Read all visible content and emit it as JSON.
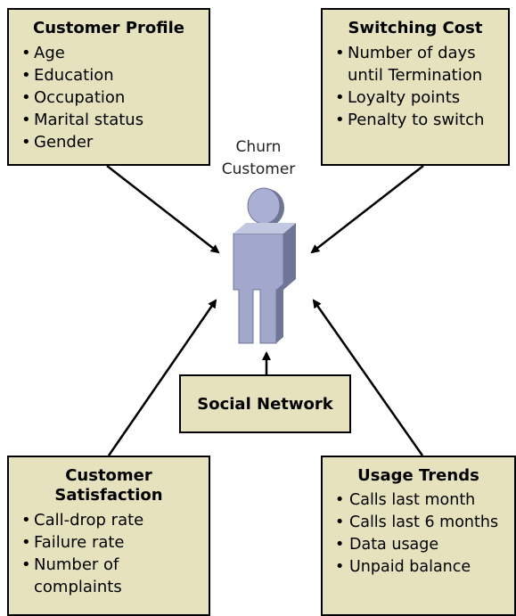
{
  "center": {
    "line1": "Churn",
    "line2": "Customer"
  },
  "boxes": {
    "profile": {
      "title": "Customer Profile",
      "items": [
        "Age",
        "Education",
        "Occupation",
        "Marital status",
        "Gender"
      ]
    },
    "switching": {
      "title": "Switching Cost",
      "items": [
        "Number of days until Termination",
        "Loyalty points",
        "Penalty to switch"
      ]
    },
    "satisfaction": {
      "title": "Customer Satisfaction",
      "items": [
        "Call-drop rate",
        "Failure rate",
        "Number of complaints"
      ]
    },
    "usage": {
      "title": "Usage Trends",
      "items": [
        "Calls last month",
        "Calls last 6 months",
        "Data usage",
        "Unpaid balance"
      ]
    }
  },
  "social": {
    "label": "Social Network"
  },
  "colors": {
    "box_fill": "#e6e2be",
    "figure_fill": "#9da4c8",
    "figure_dark": "#6e7597"
  }
}
